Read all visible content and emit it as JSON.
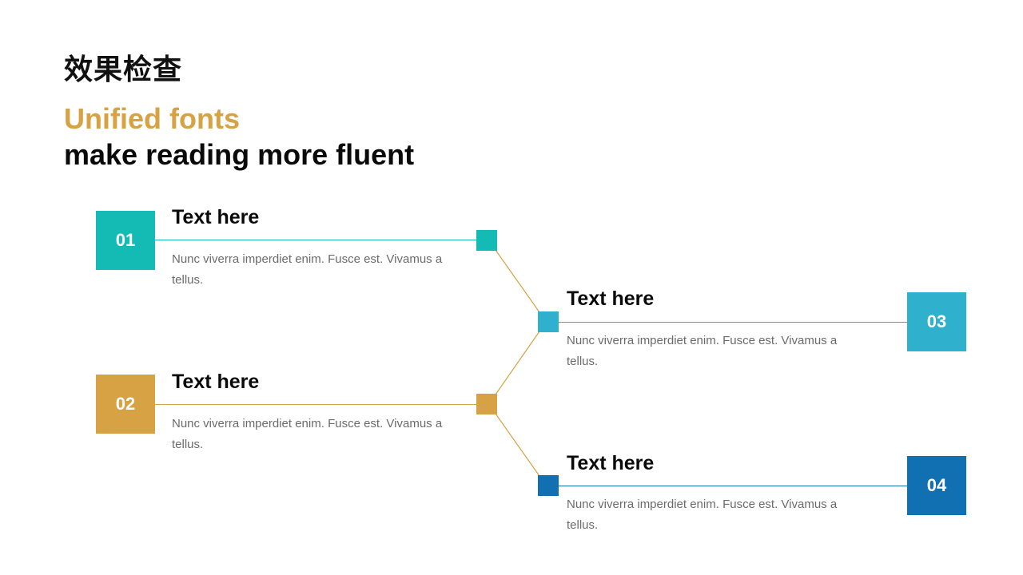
{
  "title": "效果检查",
  "subtitle": {
    "line1": "Unified fonts",
    "line2": "make reading more fluent"
  },
  "colors": {
    "teal": "#13bbb4",
    "gold": "#d6a243",
    "sky": "#2fb0cc",
    "blue": "#1170b1",
    "accent": "#d6a243"
  },
  "items": [
    {
      "number": "01",
      "heading": "Text here",
      "description": "Nunc viverra imperdiet enim. Fusce est. Vivamus a tellus."
    },
    {
      "number": "02",
      "heading": "Text here",
      "description": "Nunc viverra imperdiet enim. Fusce est. Vivamus a tellus."
    },
    {
      "number": "03",
      "heading": "Text here",
      "description": "Nunc viverra imperdiet enim. Fusce est. Vivamus a tellus."
    },
    {
      "number": "04",
      "heading": "Text here",
      "description": "Nunc viverra imperdiet enim. Fusce est. Vivamus a tellus."
    }
  ]
}
